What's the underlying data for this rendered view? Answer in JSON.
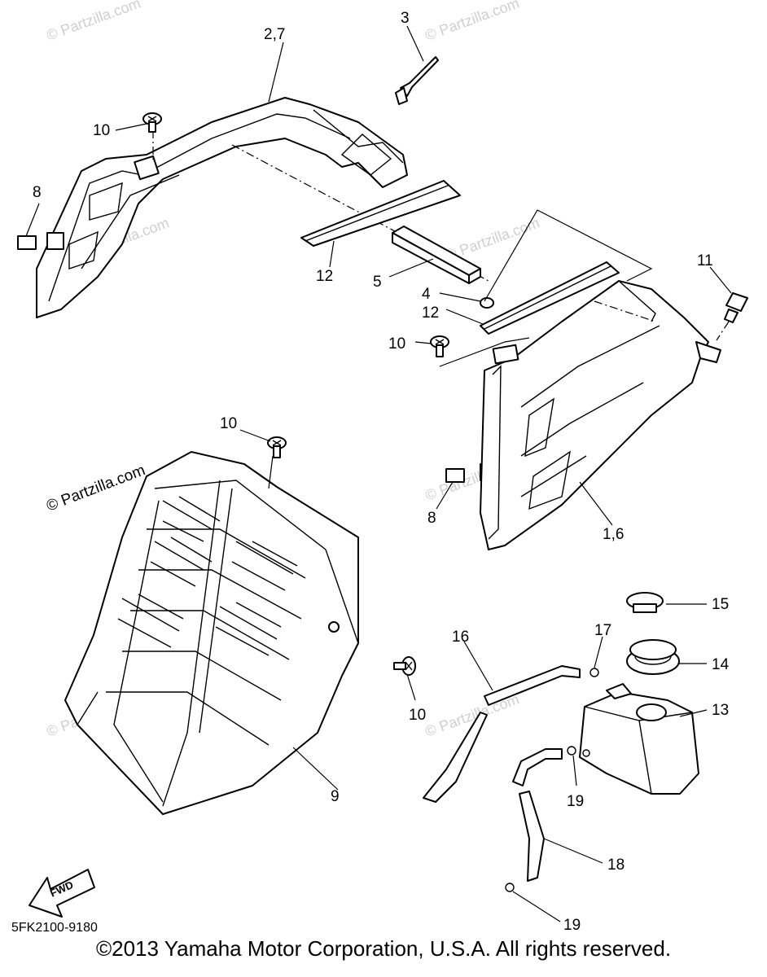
{
  "watermarks": {
    "w1": "© Partzilla.com",
    "w2": "© Partzilla.com",
    "w3": "© Partzilla.com",
    "w4": "© Partzilla.com",
    "w5": "© Partzilla.com",
    "w6": "© Partzilla.com",
    "w7": "© Partzilla.com",
    "main": "© Partzilla.com"
  },
  "labels": {
    "l27": "2,7",
    "l3": "3",
    "l10a": "10",
    "l8a": "8",
    "l12a": "12",
    "l5": "5",
    "l4": "4",
    "l12b": "12",
    "l10b": "10",
    "l11": "11",
    "l10c": "10",
    "l8b": "8",
    "l16": "1,6",
    "l15": "15",
    "l17": "17",
    "l16hose": "16",
    "l14": "14",
    "l13": "13",
    "l10d": "10",
    "l19a": "19",
    "l9": "9",
    "l18": "18",
    "l19b": "19"
  },
  "fwd_label": "FWD",
  "diagram_code": "5FK2100-9180",
  "copyright": "©2013 Yamaha Motor Corporation, U.S.A. All rights reserved."
}
